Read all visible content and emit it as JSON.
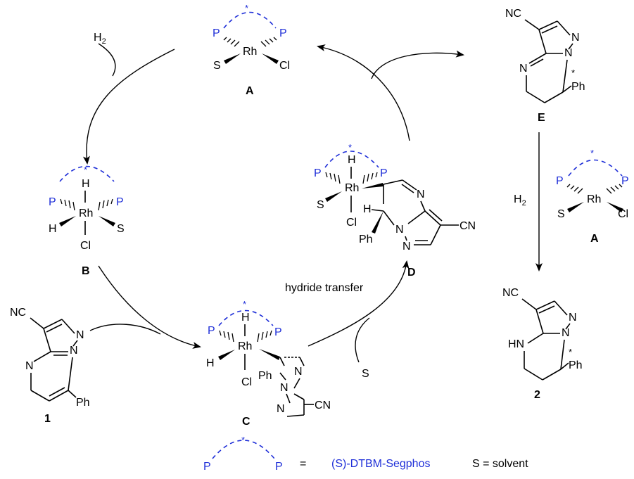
{
  "catalyst_A": {
    "label": "A",
    "P1": "P",
    "P2": "P",
    "metal": "Rh",
    "S": "S",
    "Cl": "Cl",
    "star": "*"
  },
  "complex_B": {
    "label": "B",
    "H_top": "H",
    "P1": "P",
    "P2": "P",
    "metal": "Rh",
    "H_left": "H",
    "S": "S",
    "Cl": "Cl",
    "star": "*"
  },
  "complex_C": {
    "label": "C",
    "H_top": "H",
    "P1": "P",
    "P2": "P",
    "metal": "Rh",
    "H_left": "H",
    "Cl": "Cl",
    "Ph": "Ph",
    "N1": "N",
    "N2": "N",
    "N3": "N",
    "CN": "CN",
    "star": "*"
  },
  "complex_D": {
    "label": "D",
    "H_top": "H",
    "P1": "P",
    "P2": "P",
    "metal": "Rh",
    "S": "S",
    "Cl": "Cl",
    "H_benzylic": "H",
    "Ph": "Ph",
    "N_ring": "N",
    "N_pyr1": "N",
    "N_pyr2": "N",
    "CN": "CN",
    "star": "*"
  },
  "substrate_1": {
    "label": "1",
    "CN": "NC",
    "N1": "N",
    "N2": "N",
    "N3": "N",
    "Ph": "Ph"
  },
  "intermediate_E": {
    "label": "E",
    "CN": "NC",
    "N1": "N",
    "N2": "N",
    "N3": "N",
    "Ph": "Ph",
    "star": "*"
  },
  "product_2": {
    "label": "2",
    "CN": "NC",
    "HN": "HN",
    "N1": "N",
    "N2": "N",
    "Ph": "Ph",
    "star": "*"
  },
  "right_catalyst_A": {
    "label": "A",
    "P1": "P",
    "P2": "P",
    "metal": "Rh",
    "S": "S",
    "Cl": "Cl",
    "star": "*"
  },
  "reagents": {
    "h2_left": "H",
    "h2_right": "H",
    "h2_sub": "2",
    "hydride": "hydride transfer",
    "solvent_S": "S"
  },
  "legend": {
    "P1": "P",
    "P2": "P",
    "star": "*",
    "equals": "=",
    "ligand": "(S)-DTBM-Segphos",
    "solvent_def": "S = solvent"
  }
}
